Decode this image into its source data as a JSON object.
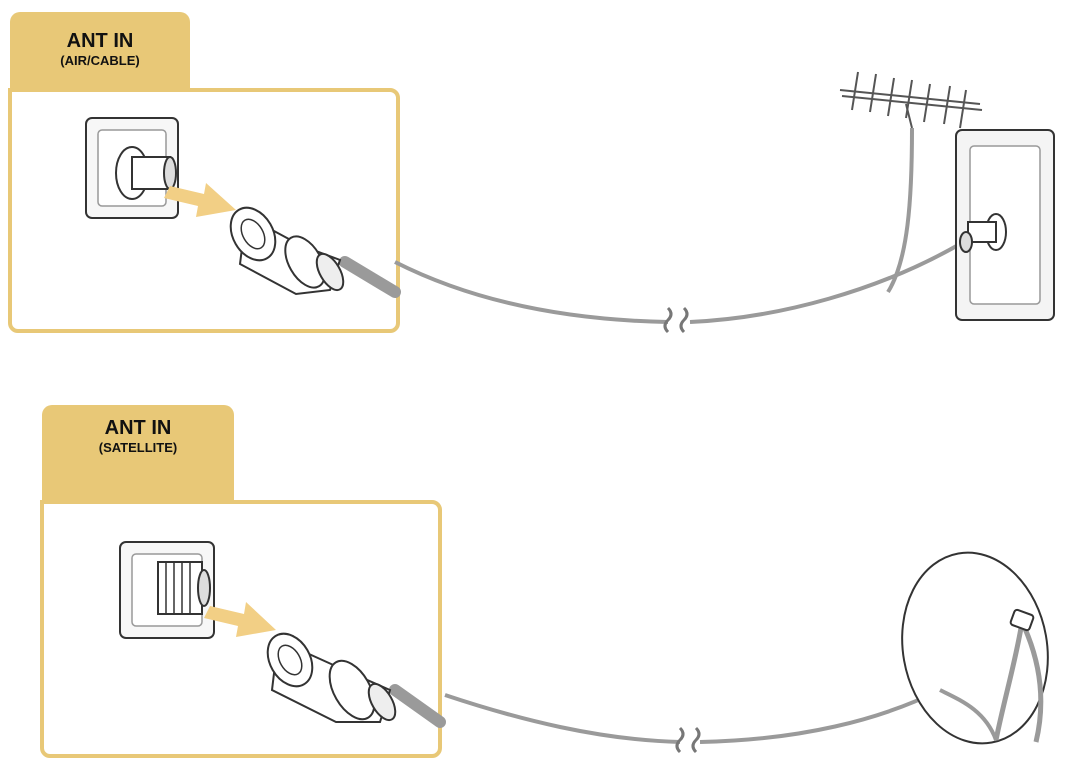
{
  "colors": {
    "accent": "#e8c877",
    "cable": "#9a9a9a",
    "line": "#333333",
    "arrow": "#f2cf85"
  },
  "air_section": {
    "label": "ANT IN",
    "sublabel": "(AIR/CABLE)",
    "source_icon": "roof-antenna-icon",
    "wall_icon": "wall-plate-icon"
  },
  "satellite_section": {
    "label": "ANT IN",
    "sublabel": "(SATELLITE)",
    "source_icon": "satellite-dish-icon"
  }
}
